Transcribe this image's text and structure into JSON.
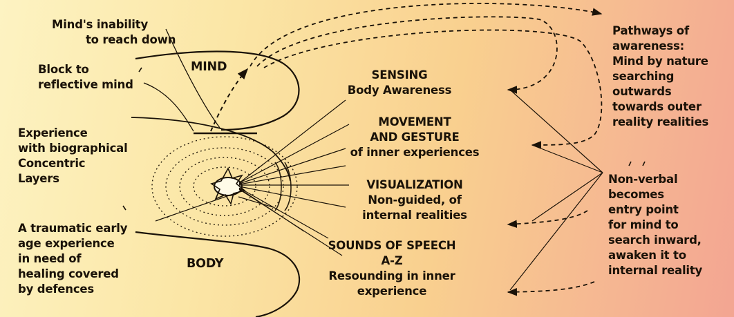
{
  "left_labels": {
    "mind_inability": [
      "Mind's inability",
      "to reach down"
    ],
    "block": [
      "Block to",
      "reflective mind"
    ],
    "experience": [
      "Experience",
      "with biographical",
      "Concentric",
      "Layers"
    ],
    "trauma": [
      "A traumatic early",
      "age experience",
      "in need of",
      "healing covered",
      "by defences"
    ]
  },
  "zones": {
    "mind": "MIND",
    "body": "BODY"
  },
  "channels": {
    "sensing": [
      "SENSING",
      "Body Awareness"
    ],
    "movement": [
      "MOVEMENT",
      "AND GESTURE",
      "of inner experiences"
    ],
    "visualization": [
      "VISUALIZATION",
      "Non-guided, of",
      "internal realities"
    ],
    "sounds": [
      "SOUNDS OF SPEECH",
      "A-Z",
      "Resounding in inner",
      "experience"
    ]
  },
  "right_labels": {
    "pathways": [
      "Pathways of",
      "awareness:",
      "Mind by nature",
      "searching",
      "outwards",
      "towards outer",
      "reality realities"
    ],
    "nonverbal": [
      "Non-verbal",
      "becomes",
      "entry point",
      "for mind to",
      "search inward,",
      "awaken it to",
      "internal reality"
    ]
  },
  "colors": {
    "ink": "#1a1208",
    "bg_left": "#fdf3c2",
    "bg_right": "#f3a592"
  }
}
